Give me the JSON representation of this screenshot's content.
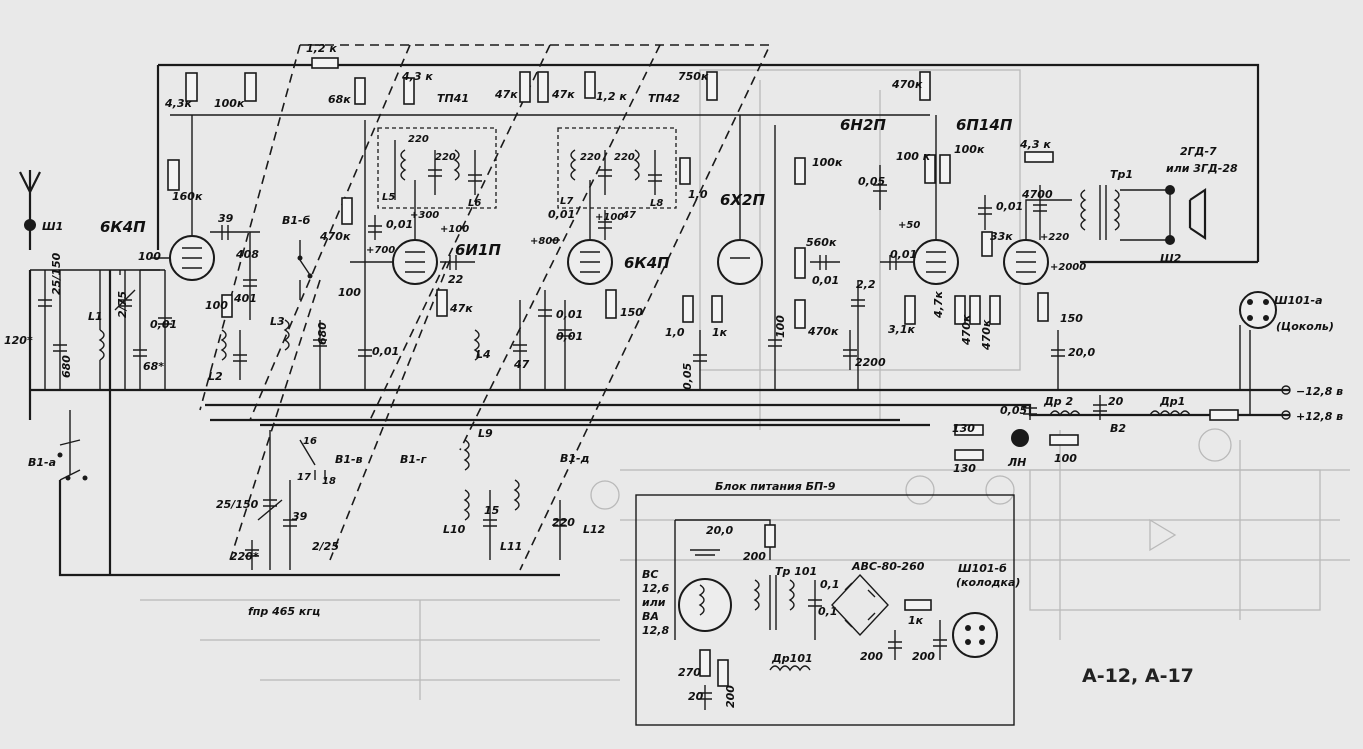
{
  "tubes": {
    "v1": "6К4П",
    "v2": "6И1П",
    "v3": "6К4П",
    "v4": "6Х2П",
    "v5": "6Н2П",
    "v6": "6П14П"
  },
  "transformers": {
    "if1": "ТП41",
    "if2": "ТП42",
    "output": "Тр1",
    "psu": "Тр 101"
  },
  "speaker": {
    "line1": "2ГД-7",
    "line2": "или 3ГД-28"
  },
  "connectors": {
    "antenna": "Ш1",
    "speaker": "Ш2",
    "plug_a": "Ш101-а",
    "plug_a_note": "(Цоколь)",
    "plug_b": "Ш101-б",
    "plug_b_note": "(колодка)"
  },
  "supply": {
    "neg": "−12,8 в",
    "pos": "+12,8 в"
  },
  "chokes": {
    "dr1": "Др1",
    "dr2": "Др 2",
    "dr101": "Др101"
  },
  "switches": {
    "b1a": "В1-а",
    "b1b": "В1-б",
    "b1v": "В1-в",
    "b1g": "В1-г",
    "b1d": "В1-д",
    "b2": "В2"
  },
  "inductors": {
    "l1": "L1",
    "l2": "L2",
    "l3": "L3",
    "l4": "L4",
    "l9": "L9",
    "l10": "L10",
    "l11": "L11",
    "l12": "L12",
    "l5": "L5",
    "l6": "L6",
    "l7": "L7",
    "l8": "L8"
  },
  "psu": {
    "title": "Блок питания БП-9",
    "rectifier": "АВС-80-260",
    "vibrator_1": "ВС",
    "vibrator_2": "12,6",
    "vibrator_3": "или",
    "vibrator_4": "ВА",
    "vibrator_5": "12,8",
    "c1": "20,0",
    "r1": "200",
    "c2": "0,1",
    "c3": "0,1",
    "r2": "1к",
    "c4": "200",
    "c5": "200",
    "r3": "270",
    "c6": "20",
    "r4": "200"
  },
  "if_freq": "fпр 465 кгц",
  "model": "А-12, А-17",
  "lamp": "ЛН",
  "components": {
    "r_top": "1,2 к",
    "r43_left": "4,3к",
    "r100_left": "100к",
    "r68": "68к",
    "r43_mid": "4,3 к",
    "r47a": "47к",
    "r47b": "47к",
    "r12": "1,2 к",
    "r750": "750к",
    "r470_top": "470к",
    "r100_b": "100к",
    "r100_c": "100 к",
    "r100_d": "100к",
    "r160": "160к",
    "c120": "120*",
    "c25_150": "25/150",
    "c680": "680",
    "c275": "2/75",
    "c68": "68*",
    "c100a": "100",
    "c001a": "0,01",
    "c39": "39",
    "c408": "408",
    "r100e": "100",
    "c401": "401",
    "c680b": "680",
    "c001b": "0,01",
    "c100b": "100",
    "c22": "22",
    "r47c": "47к",
    "c001c": "0,01",
    "c47": "47",
    "c001d": "0,01",
    "c001e": "0,01",
    "r150a": "150",
    "r10": "1,0",
    "r1k": "1к",
    "c005a": "0,05",
    "c100c": "100",
    "r560": "560к",
    "c001f": "0,01",
    "r470b": "470к",
    "c22b": "2,2",
    "c2200": "2200",
    "r31": "3,1к",
    "c005b": "0,05",
    "c001g": "0,01",
    "r47d": "4,7к",
    "r470c": "470к",
    "r470d": "470к",
    "c001h": "0,01",
    "r33": "33к",
    "r43_out": "4,3 к",
    "c4700": "4700",
    "r150b": "150",
    "c200": "20,0",
    "c005c": "0,05",
    "c20": "20",
    "r100f": "100",
    "r130a": "130",
    "r130b": "130",
    "c220a": "220",
    "c220b": "220",
    "c220c": "220",
    "c220d": "220",
    "c220e": "220*",
    "c25150b": "25/150",
    "c39b": "39",
    "c225": "2/25",
    "c220f": "220",
    "v_p300": "+300",
    "v_p700": "+700",
    "v_p100a": "+100",
    "v_p100b": "+100",
    "v_p800": "+800",
    "v_p50": "+50",
    "v_p220": "+220",
    "v_p2000": "+2000"
  }
}
